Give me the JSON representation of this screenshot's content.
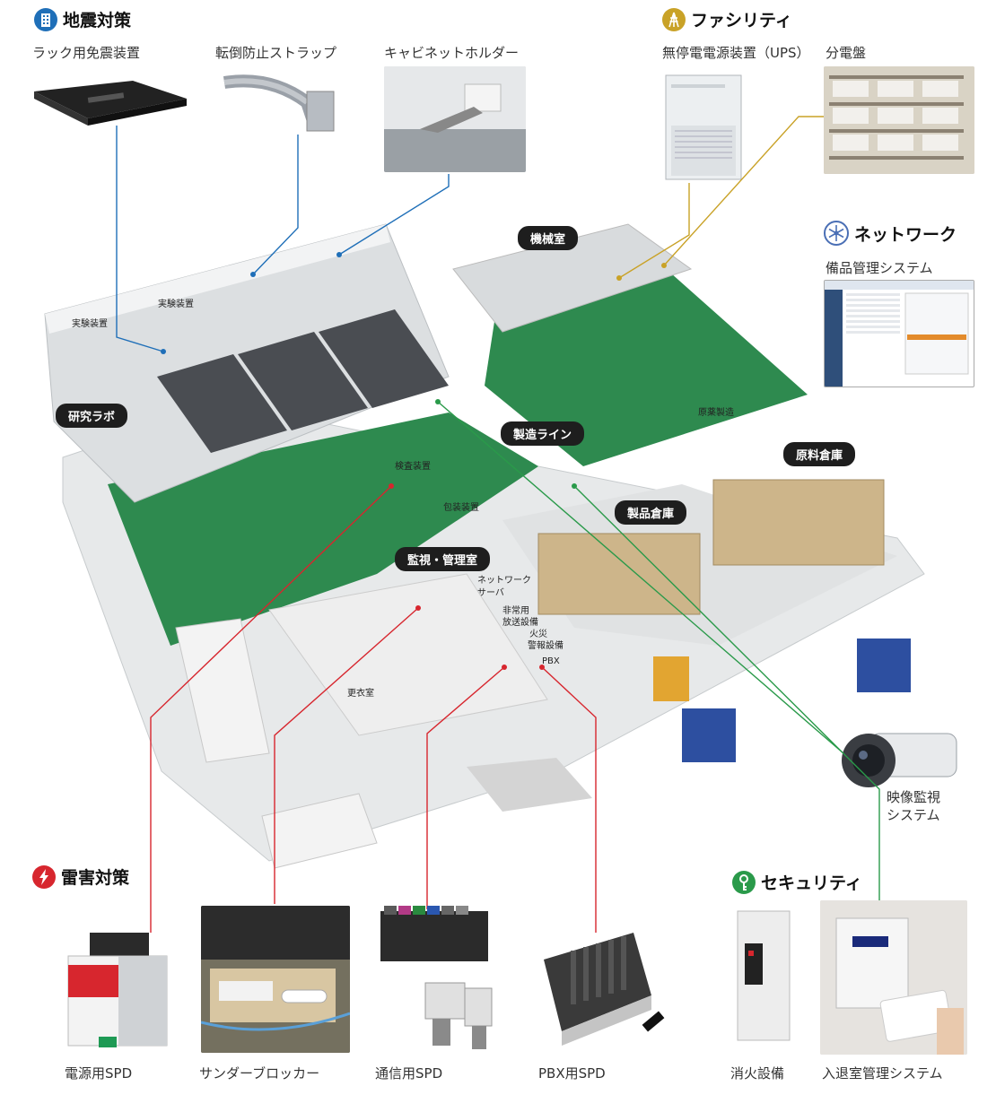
{
  "categories": {
    "seismic": "地震対策",
    "facility": "ファシリティ",
    "network": "ネットワーク",
    "lightning": "雷害対策",
    "security": "セキュリティ"
  },
  "seismic_items": [
    "ラック用免震装置",
    "転倒防止ストラップ",
    "キャビネットホルダー"
  ],
  "facility_items": [
    "無停電電源装置（UPS）",
    "分電盤"
  ],
  "network_items": [
    "備品管理システム"
  ],
  "camera_label": [
    "映像監視",
    "システム"
  ],
  "lightning_items": [
    "電源用SPD",
    "サンダーブロッカー",
    "通信用SPD",
    "PBX用SPD"
  ],
  "security_items": [
    "消火設備",
    "入退室管理システム"
  ],
  "rooms": {
    "lab": "研究ラボ",
    "machine": "機械室",
    "production": "製造ライン",
    "raw_warehouse": "原料倉庫",
    "product_warehouse": "製品倉庫",
    "monitor": "監視・管理室"
  },
  "small_labels": {
    "exp1": "実験装置",
    "exp2": "実験装置",
    "inspect": "検査装置",
    "pack": "包装装置",
    "pharma": "原薬製造",
    "netserver1": "ネットワーク",
    "netserver2": "サーバ",
    "broadcast1": "非常用",
    "broadcast2": "放送設備",
    "fire1": "火災",
    "fire2": "警報設備",
    "pbx": "PBX",
    "locker": "更衣室"
  },
  "colors": {
    "seismic_line": "#1f6fb8",
    "facility_line": "#c9a227",
    "lightning_line": "#d7262e",
    "security_line": "#2a9a4a",
    "floor_green": "#2e8a4f"
  }
}
